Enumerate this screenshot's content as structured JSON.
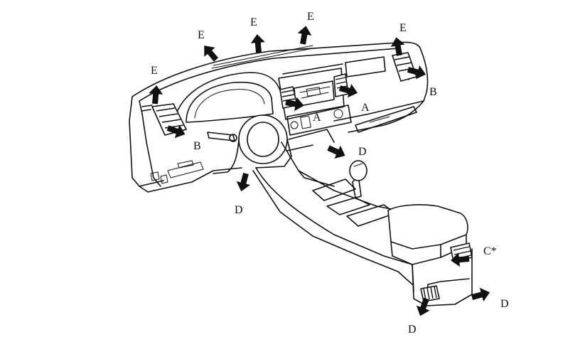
{
  "labels": {
    "e1": "E",
    "e2": "E",
    "e3": "E",
    "e4": "E",
    "e5": "E",
    "a1": "A",
    "a2": "A",
    "b1": "B",
    "b2": "B",
    "c1": "C*",
    "d1": "D",
    "d2": "D",
    "d3": "D",
    "d4": "D"
  }
}
